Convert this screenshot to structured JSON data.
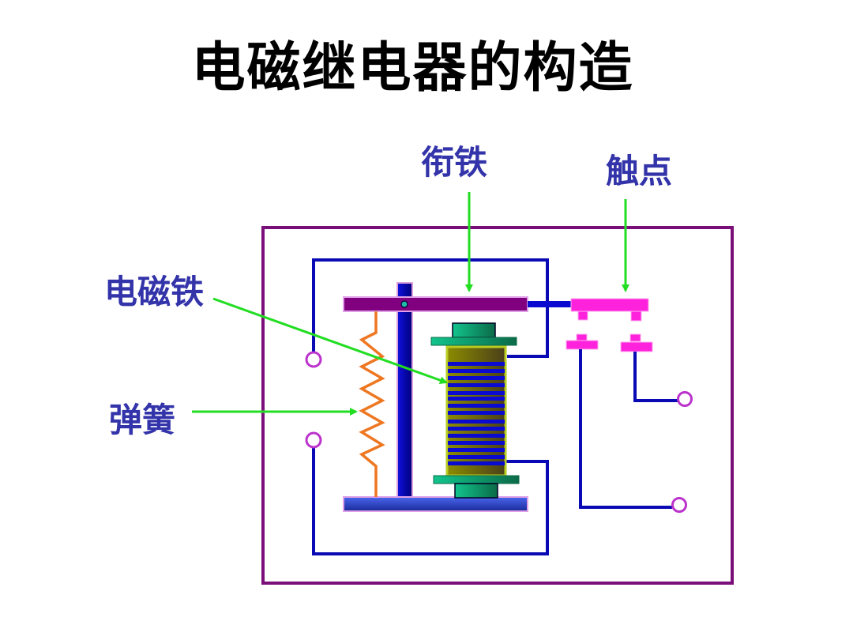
{
  "title": "电磁继电器的构造",
  "labels": {
    "armature": "衔铁",
    "contacts": "触点",
    "electromagnet": "电磁铁",
    "spring": "弹簧"
  },
  "colors": {
    "frame": "#7a0f7a",
    "wire": "#0a0ab4",
    "label_text": "#3333aa",
    "pointer": "#22dd22",
    "armature_bar": "#800080",
    "contact": "#ff22dd",
    "spring": "#ee7722",
    "coil_core": "#8a8a00",
    "coil_winding": "#0a0ad0",
    "pole_cap": "#1aaa77",
    "terminal": "#bb33cc"
  }
}
